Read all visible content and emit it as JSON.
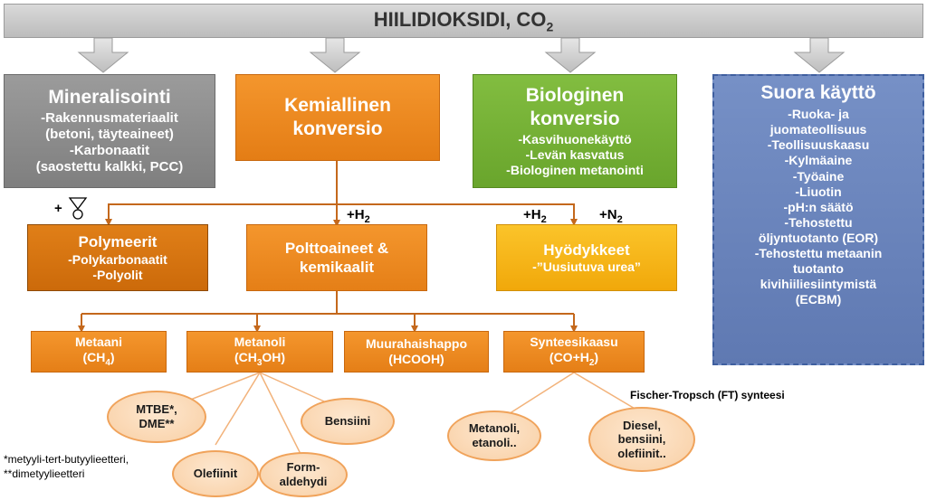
{
  "title": {
    "text": "HIILIDIOKSIDI, CO",
    "sub": "2"
  },
  "mineral": {
    "title": "Mineralisointi",
    "lines": [
      "-Rakennusmateriaalit",
      "(betoni, täyteaineet)",
      "-Karbonaatit",
      "(saostettu kalkki, PCC)"
    ]
  },
  "kemiallinen": {
    "lines": [
      "Kemiallinen",
      "konversio"
    ]
  },
  "bio": {
    "lines": [
      "Biologinen",
      "konversio"
    ],
    "items": [
      "-Kasvihuonekäyttö",
      "-Levän kasvatus",
      "-Biologinen  metanointi"
    ]
  },
  "suora": {
    "title": "Suora käyttö",
    "lines": [
      "-Ruoka- ja",
      "juomateollisuus",
      "-Teollisuuskaasu",
      "-Kylmäaine",
      "-Työaine",
      "-Liuotin",
      "-pH:n säätö",
      "-Tehostettu",
      "öljyntuotanto (EOR)",
      "-Tehostettu metaanin",
      "tuotanto",
      "kivihiiliesiintymistä",
      "(ECBM)"
    ]
  },
  "polymeerit": {
    "title": "Polymeerit",
    "lines": [
      "-Polykarbonaatit",
      "-Polyolit"
    ]
  },
  "polttoaineet": {
    "lines": [
      "Polttoaineet &",
      "kemikaalit"
    ]
  },
  "hyodykkeet": {
    "title": "Hyödykkeet",
    "line": "-”Uusiutuva urea”"
  },
  "labels": {
    "plus_left": "+",
    "h2_a_main": "+H",
    "h2_a_sub": "2",
    "h2_b_main": "+H",
    "h2_b_sub": "2",
    "n2_main": "+N",
    "n2_sub": "2"
  },
  "products": {
    "metaani": {
      "name": "Metaani",
      "f1": "(CH",
      "f2": "4",
      "f3": ")"
    },
    "metanoli": {
      "name": "Metanoli",
      "f1": "(CH",
      "f2": "3",
      "f3": "OH)"
    },
    "muurahais": {
      "name": "Muurahaishappo",
      "f1": "(HCOOH)"
    },
    "synteesi": {
      "name": "Synteesikaasu",
      "f1": "(CO+H",
      "f2": "2",
      "f3": ")"
    }
  },
  "derivatives": {
    "mtbe": [
      "MTBE*,",
      "DME**"
    ],
    "bensiini": "Bensiini",
    "olefiinit": "Olefiinit",
    "form": [
      "Form-",
      "aldehydi"
    ],
    "metanoli_etanoli": [
      "Metanoli,",
      "etanoli.."
    ],
    "diesel": [
      "Diesel,",
      "bensiini,",
      "olefiinit.."
    ]
  },
  "ft_label": "Fischer-Tropsch (FT) synteesi",
  "footnote": [
    "*metyyli-tert-butyylieetteri,",
    "**dimetyylieetteri"
  ],
  "colors": {
    "banner": "#c9c9c9",
    "gray_box": "#8c8c8c",
    "orange": "#ed8a22",
    "dark_orange": "#d9740f",
    "green": "#76b336",
    "yellow": "#f7b815",
    "blue": "#6c86be",
    "connector": "#c4681c",
    "ellipse_line": "#f0a35b"
  }
}
